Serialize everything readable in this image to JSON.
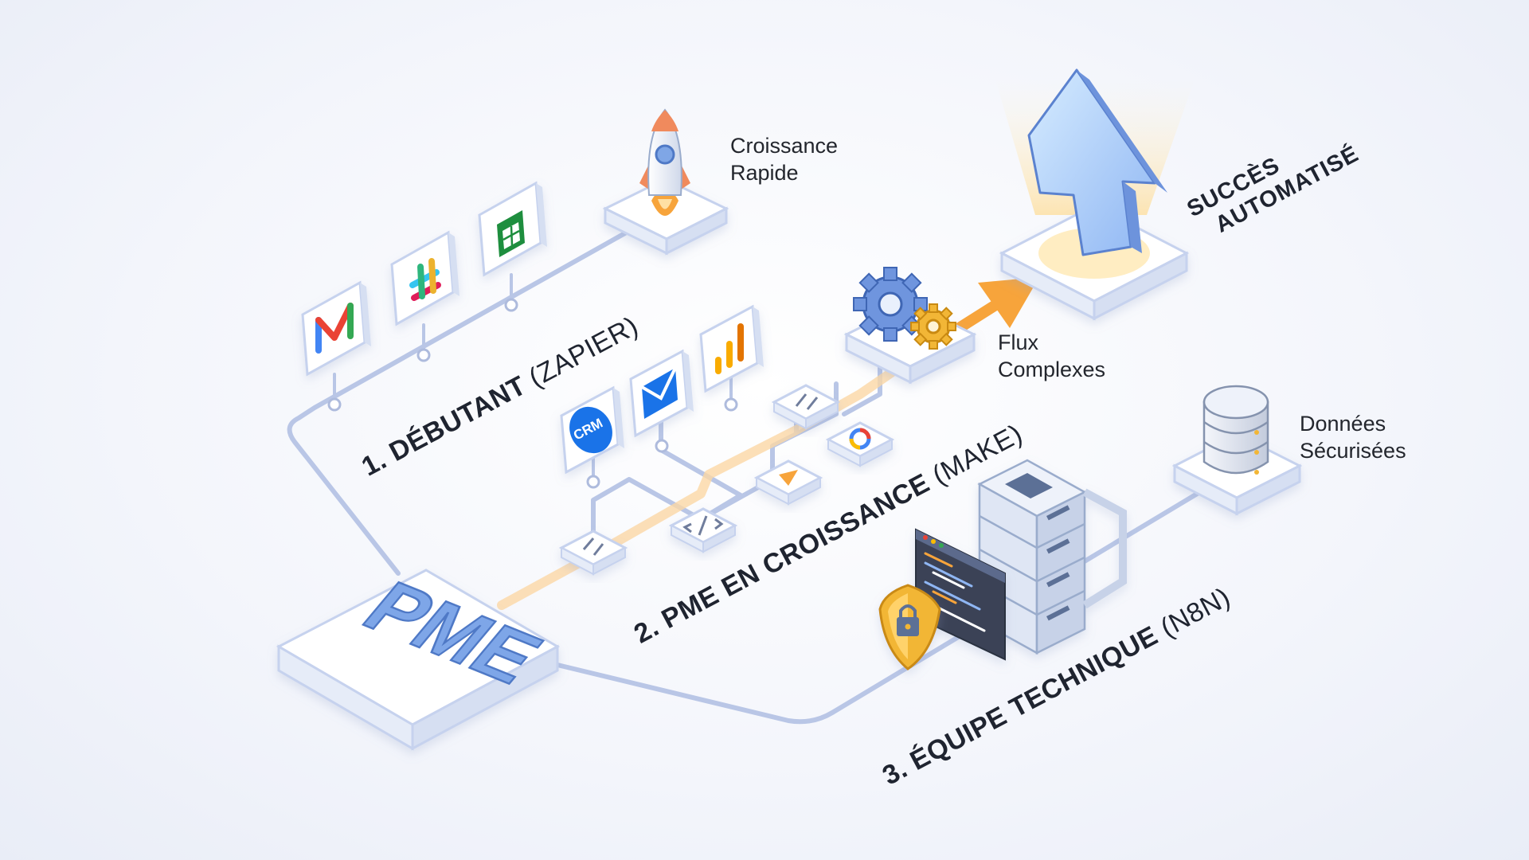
{
  "hub": {
    "label": "PME"
  },
  "paths": [
    {
      "num": "1.",
      "name": "DÉBUTANT",
      "tool": "(ZAPIER)"
    },
    {
      "num": "2.",
      "name": "PME EN CROISSANCE",
      "tool": "(MAKE)"
    },
    {
      "num": "3.",
      "name": "ÉQUIPE TECHNIQUE",
      "tool": "(N8N)"
    }
  ],
  "outcomes": {
    "rapid_growth": [
      "Croissance",
      "Rapide"
    ],
    "complex_flows": [
      "Flux",
      "Complexes"
    ],
    "secure_data": [
      "Données",
      "Sécurisées"
    ],
    "success": [
      "SUCCÈS",
      "AUTOMATISÉ"
    ]
  },
  "tools": {
    "crm": "CRM"
  },
  "colors": {
    "accent_orange": "#f7a43b",
    "line_blue": "#b9c6e6",
    "tile_border": "#c6d2ee",
    "gmail_red": "#ea4335",
    "sheets_green": "#1e8e3e",
    "lock_gold": "#f2b636",
    "crm_blue": "#1a73e8"
  }
}
